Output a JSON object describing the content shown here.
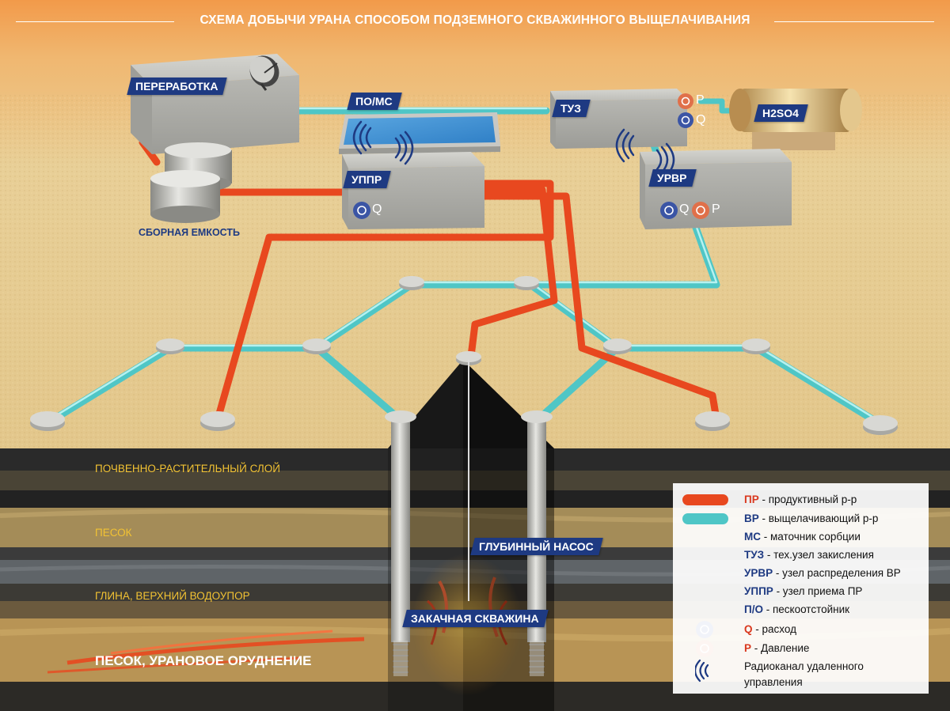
{
  "title": "СХЕМА ДОБЫЧИ УРАНА СПОСОБОМ ПОДЗЕМНОГО СКВАЖИННОГО ВЫЩЕЛАЧИВАНИЯ",
  "colors": {
    "productive_solution": "#e8481f",
    "leaching_solution": "#4fc6c6",
    "tag_bg": "#1e3a82",
    "layer_label": "#f2c233",
    "flow_meter": "#3b55a5",
    "pressure_meter": "#e0704a"
  },
  "facilities": {
    "processing": "ПЕРЕРАБОТКА",
    "pomc": "ПО/МС",
    "tuz": "ТУЗ",
    "h2so4": "H2SO4",
    "uppr": "УППР",
    "urvr": "УРВР",
    "collection_tank": "СБОРНАЯ ЕМКОСТЬ"
  },
  "meters": {
    "q": "Q",
    "p": "P"
  },
  "icons": [
    "satellite-dish-icon",
    "radio-wave-icon",
    "flow-meter-icon",
    "pressure-meter-icon"
  ],
  "wells": {
    "pump": "ГЛУБИННЫЙ НАСОС",
    "injection": "ЗАКАЧНАЯ СКВАЖИНА"
  },
  "layers": {
    "soil": "ПОЧВЕННО-РАСТИТЕЛЬНЫЙ СЛОЙ",
    "sand": "ПЕСОК",
    "clay": "ГЛИНА, ВЕРХНИЙ ВОДОУПОР",
    "ore": "ПЕСОК, УРАНОВОЕ ОРУДНЕНИЕ"
  },
  "legend": {
    "items": [
      {
        "abbr": "ПР",
        "text": " - продуктивный р-р"
      },
      {
        "abbr": "ВР",
        "text": " - выщелачивающий р-р"
      },
      {
        "abbr": "МС",
        "text": " - маточник сорбции"
      },
      {
        "abbr": "ТУЗ",
        "text": " - тех.узел закисления"
      },
      {
        "abbr": "УРВР",
        "text": " - узел распределения ВР"
      },
      {
        "abbr": "УППР",
        "text": " - узел приема ПР"
      },
      {
        "abbr": "П/О",
        "text": " - пескоотстойник"
      },
      {
        "abbr": "Q",
        "text": " - расход"
      },
      {
        "abbr": "P",
        "text": " - Давление"
      }
    ],
    "radio_line1": "Радиоканал удаленного",
    "radio_line2": "управления"
  }
}
